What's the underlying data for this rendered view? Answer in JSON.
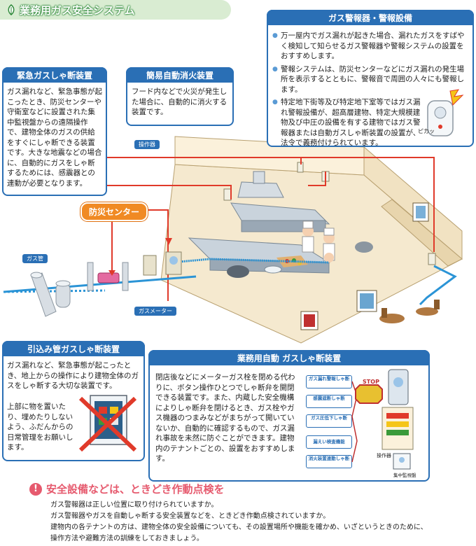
{
  "header": {
    "title": "業務用ガス安全システム"
  },
  "gas_alarm_box": {
    "title": "ガス警報器・警報設備",
    "bullets": [
      "万一屋内でガス漏れが起きた場合、漏れたガスをすばやく検知して知らせるガス警報器や警報システムの設置をおすすめします。",
      "警報システムは、防災センターなどにガス漏れの発生場所を表示するとともに、警報音で周囲の人々にも警報します。",
      "特定地下街等及び特定地下室等ではガス漏れ警報設備が、超高層建物、特定大規模建物及び中圧の設備を有する建物ではガス警報器または自動ガスしゃ断装置の設置が、法令で義務付けられています。"
    ],
    "alarm_sound": "ピカッ"
  },
  "emergency_box": {
    "title": "緊急ガスしゃ断装置",
    "text": "ガス漏れなど、緊急事態が起こったとき、防災センターや守衛室などに設置された集中監視盤からの遠隔操作で、建物全体のガスの供給をすぐにしゃ断できる装置です。大きな地震などの場合に、自動的にガスをしゃ断するためには、感震器との連動が必要となります。"
  },
  "extinguisher_box": {
    "title": "簡易自動消火装置",
    "text": "フード内などで火災が発生した場合に、自動的に消火する装置です。"
  },
  "diagram_labels": {
    "operator": "操作器",
    "disaster_center": "防災センター",
    "gas_pipe": "ガス管",
    "gas_meter": "ガスメーター"
  },
  "service_pipe_box": {
    "title": "引込み管ガスしゃ断装置",
    "text": "ガス漏れなど、緊急事態が起こったとき、地上からの操作により建物全体のガスをしゃ断する大切な装置です。",
    "note": "上部に物を置いたり、埋めたりしないよう、ふだんからの日常管理をお願いします。"
  },
  "auto_shutoff_box": {
    "title": "業務用自動 ガスしゃ断装置",
    "text": "閉店後などにメーターガス栓を閉める代わりに、ボタン操作ひとつでしゃ断弁を開閉できる装置です。また、内蔵した安全機構によりしゃ断弁を閉けるとき、ガス栓やガス機器のつまみなどがまちがって開いていないか、自動的に確認するもので、ガス漏れ事故を未然に防ぐことができます。建物内のテナントごとの、設置をおすすめします。",
    "control_items": [
      "ガス漏れ警報しゃ断",
      "感震遮断しゃ断",
      "ガス圧低下しゃ断",
      "漏えい検査機能",
      "消火装置連動しゃ断"
    ],
    "stop_label": "STOP",
    "operator_label": "操作器",
    "centralized_label": "集中監視盤"
  },
  "notice": {
    "title": "安全設備などは、ときどき作動点検を",
    "lines": [
      "ガス警報器は正しい位置に取り付けられていますか。",
      "ガス警報器やガスを自動しゃ断する安全装置などを、ときどき作動点検されていますか。",
      "建物内の各テナントの方は、建物全体の安全設備についても、その設置場所や機能を確かめ、いざというときのために、",
      "操作方法や避難方法の訓練をしておきましょう。"
    ]
  },
  "colors": {
    "accent_blue": "#2a6fb5",
    "red_line": "#e03a2a",
    "blue_line": "#2b94d6",
    "orange": "#f08a24",
    "green": "#2f8a3a",
    "pink": "#e65a6e"
  }
}
